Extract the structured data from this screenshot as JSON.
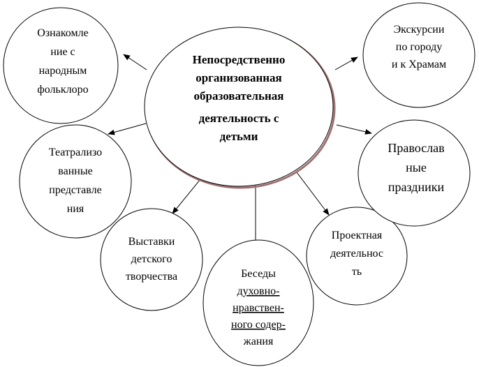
{
  "center": {
    "lines": [
      "Непосредственно",
      "организованная",
      "образовательная",
      "деятельность  с",
      "детьми"
    ]
  },
  "nodes": {
    "folklore": [
      "Ознакомле",
      "ние с",
      "народным",
      "фольклоро"
    ],
    "theatre": [
      "Театрализо",
      "ванные",
      "представле",
      "ния"
    ],
    "exhibitions": [
      "Выставки",
      "детского",
      "творчества"
    ],
    "talks": [
      "Беседы",
      "духовно-",
      "нравствен-",
      "ного содер-",
      "жания"
    ],
    "projects": [
      "Проектная",
      "деятельнос",
      "ть"
    ],
    "holidays": [
      "Православ",
      "ные",
      "праздники"
    ],
    "excursions": [
      "Экскурсии",
      "по городу",
      "и к Храмам"
    ]
  }
}
